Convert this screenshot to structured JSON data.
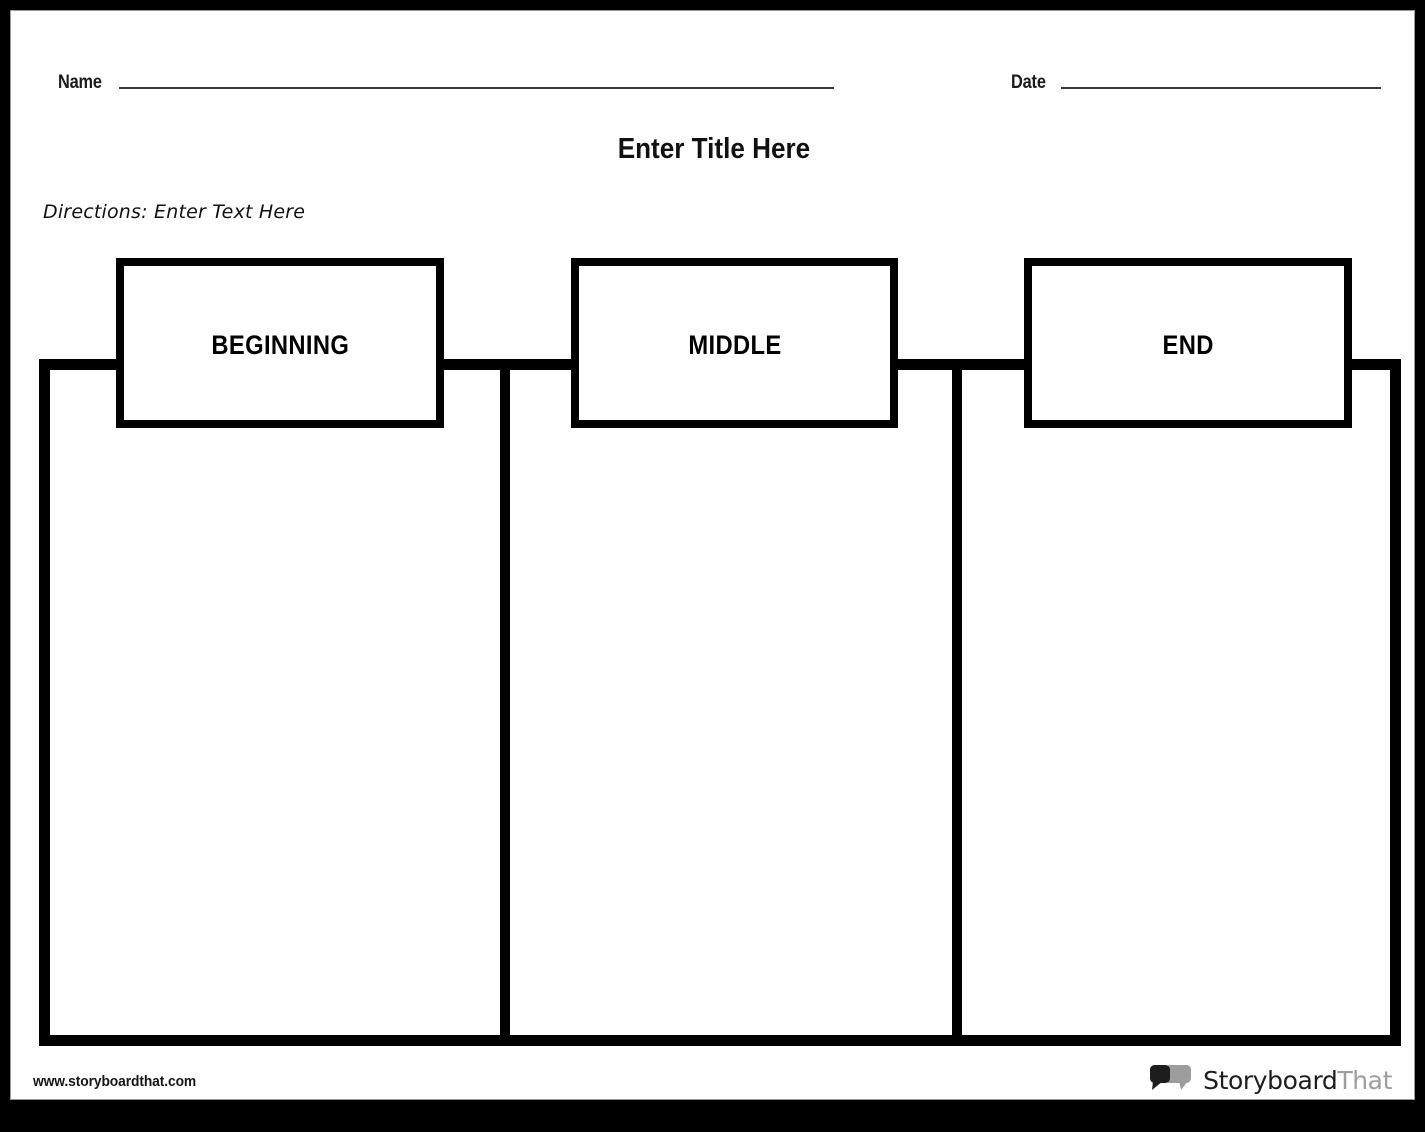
{
  "page": {
    "name_field": {
      "label": "Name",
      "value": ""
    },
    "date_field": {
      "label": "Date",
      "value": ""
    },
    "title": "Enter Title Here",
    "directions": "Directions: Enter Text Here"
  },
  "organizer": {
    "type": "beginning-middle-end",
    "columns": [
      {
        "header": "BEGINNING",
        "content": ""
      },
      {
        "header": "MIDDLE",
        "content": ""
      },
      {
        "header": "END",
        "content": ""
      }
    ]
  },
  "footer": {
    "url": "www.storyboardthat.com",
    "brand_primary": "Storyboard",
    "brand_secondary": "That",
    "brand_icon": "speech-bubbles-icon"
  },
  "colors": {
    "ink": "#000000",
    "rule": "#3a3a3a",
    "paper": "#ffffff",
    "brand_dark": "#1d1d1d",
    "brand_light": "#9d9d9d"
  }
}
